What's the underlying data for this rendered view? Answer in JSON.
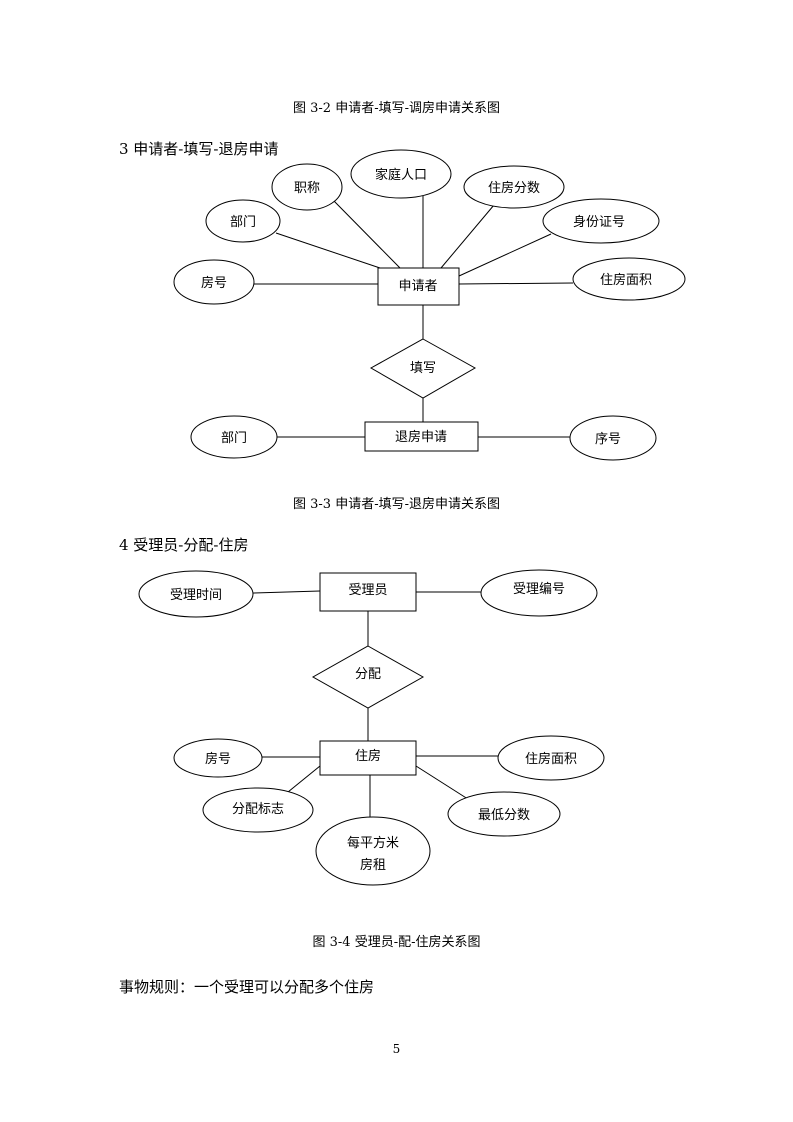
{
  "captions": {
    "fig_3_2": "图 3-2 申请者-填写-调房申请关系图",
    "fig_3_3": "图 3-3  申请者-填写-退房申请关系图",
    "fig_3_4": "图 3-4 受理员-配-住房关系图"
  },
  "headings": {
    "section_3": "3 申请者-填写-退房申请",
    "section_4": "4 受理员-分配-住房"
  },
  "rule_text": "事物规则：一个受理可以分配多个住房",
  "page_number": "5",
  "diagram_3": {
    "entities": {
      "applicant": "申请者",
      "checkout_request": "退房申请"
    },
    "relationship": "填写",
    "applicant_attributes": {
      "title": "职称",
      "household": "家庭人口",
      "housing_score": "住房分数",
      "department": "部门",
      "id_number": "身份证号",
      "room_number": "房号",
      "housing_area": "住房面积"
    },
    "request_attributes": {
      "department": "部门",
      "serial_number": "序号"
    }
  },
  "diagram_4": {
    "entities": {
      "clerk": "受理员",
      "housing": "住房"
    },
    "relationship": "分配",
    "clerk_attributes": {
      "accept_time": "受理时间",
      "clerk_number": "受理编号"
    },
    "housing_attributes": {
      "room_number": "房号",
      "housing_area": "住房面积",
      "allocation_flag": "分配标志",
      "min_score": "最低分数",
      "rent_line1": "每平方米",
      "rent_line2": "房租"
    }
  }
}
